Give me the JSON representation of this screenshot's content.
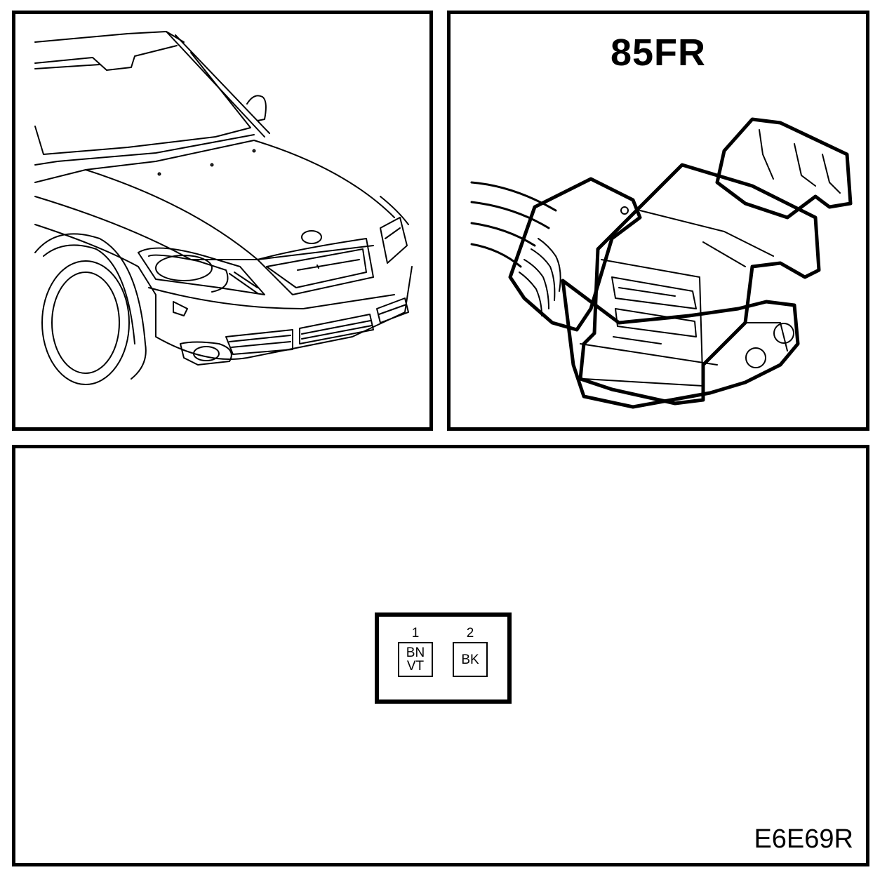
{
  "connector": {
    "code": "85FR"
  },
  "pinout": {
    "pins": [
      {
        "number": "1",
        "wire_color": [
          "BN",
          "VT"
        ]
      },
      {
        "number": "2",
        "wire_color": [
          "BK"
        ]
      }
    ]
  },
  "figure_id": "E6E69R"
}
